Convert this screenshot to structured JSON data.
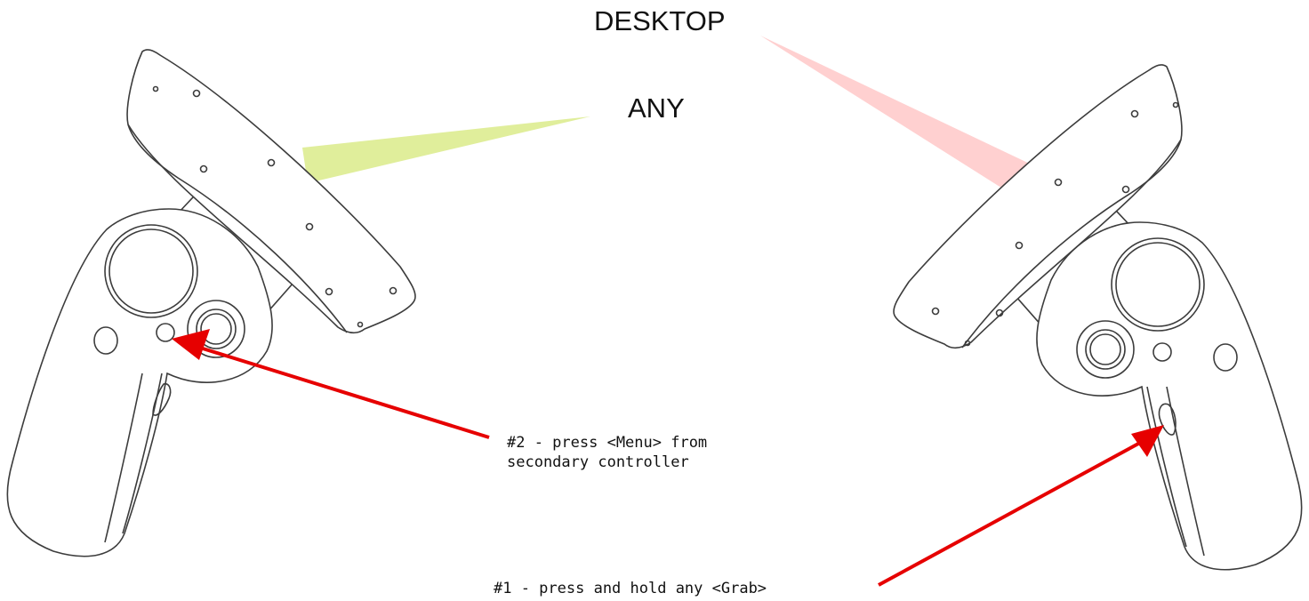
{
  "labels": {
    "desktop": "DESKTOP",
    "any": "ANY"
  },
  "annotations": {
    "menu_step": "#2 - press <Menu> from\nsecondary controller",
    "grab_step": "#1 - press and hold any <Grab>"
  },
  "colors": {
    "arrow": "#e60000",
    "any_beam": "#dbeb8a",
    "desktop_beam": "#ffc8c8",
    "outline": "#3c3c3c"
  },
  "icons": {
    "left_controller": "vr-motion-controller-left-icon",
    "right_controller": "vr-motion-controller-right-icon"
  }
}
